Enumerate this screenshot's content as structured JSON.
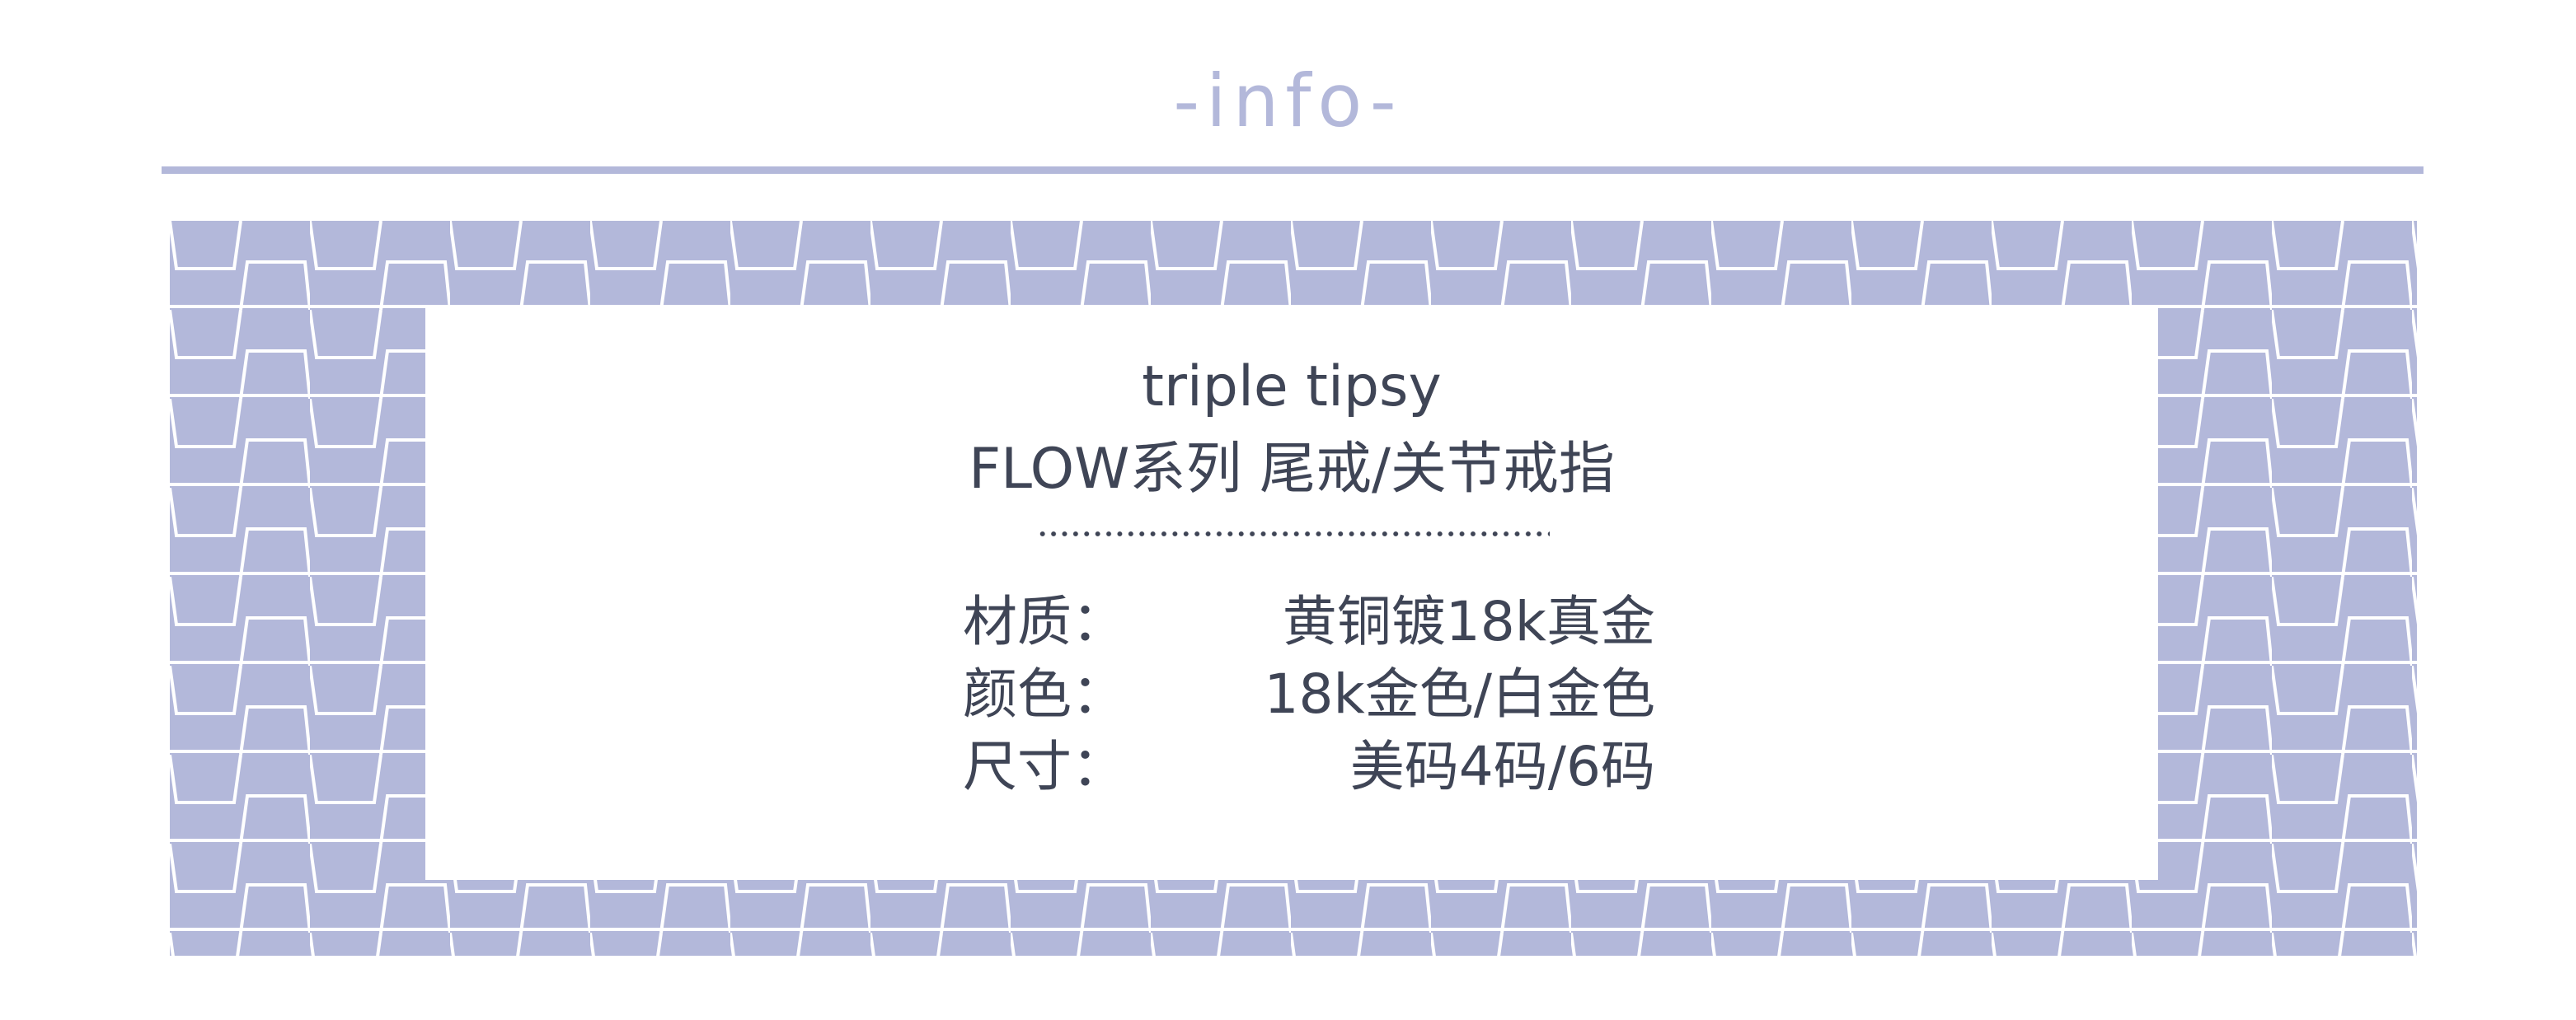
{
  "header": {
    "title": "-info-"
  },
  "product": {
    "name": "triple tipsy",
    "series": "FLOW系列 尾戒/关节戒指"
  },
  "specs": [
    {
      "label": "材质：",
      "value": "黄铜镀18k真金"
    },
    {
      "label": "颜色：",
      "value": "18k金色/白金色"
    },
    {
      "label": "尺寸：",
      "value": "美码4码/6码"
    }
  ],
  "colors": {
    "accent": "#b3b8da",
    "text": "#3f4556",
    "background": "#ffffff",
    "pattern_line": "#ffffff"
  }
}
